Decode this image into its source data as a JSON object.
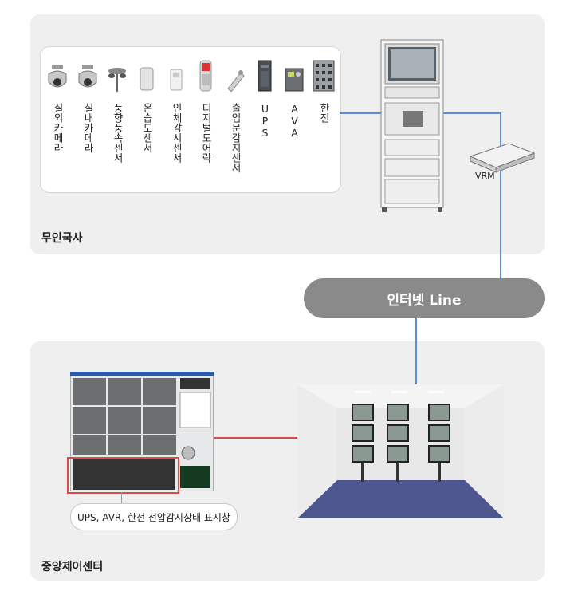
{
  "top_panel": {
    "label": "무인국사",
    "devices": [
      {
        "name": "실외카메라",
        "icon": "dome-camera-icon"
      },
      {
        "name": "실내카메라",
        "icon": "dome-camera-icon"
      },
      {
        "name": "풍향풍속센서",
        "icon": "anemometer-icon"
      },
      {
        "name": "온습도센서",
        "icon": "humidity-sensor-icon"
      },
      {
        "name": "인체감시센서",
        "icon": "motion-sensor-icon"
      },
      {
        "name": "디지털도어락",
        "icon": "door-lock-icon"
      },
      {
        "name": "출입문감지센서",
        "icon": "door-sensor-icon"
      },
      {
        "name": "UPS",
        "icon": "ups-icon"
      },
      {
        "name": "AVA",
        "icon": "avr-icon"
      },
      {
        "name": "한전",
        "icon": "power-panel-icon"
      }
    ],
    "vrm_label": "VRM"
  },
  "internet": {
    "label": "인터넷 Line"
  },
  "bottom_panel": {
    "label": "중앙제어센터",
    "callout": "UPS, AVR, 한전 전압감시상태 표시창"
  },
  "colors": {
    "link_blue": "#5b8fd4",
    "link_red": "#e04848",
    "pill": "#8a8a8a",
    "panel": "#efefef"
  }
}
